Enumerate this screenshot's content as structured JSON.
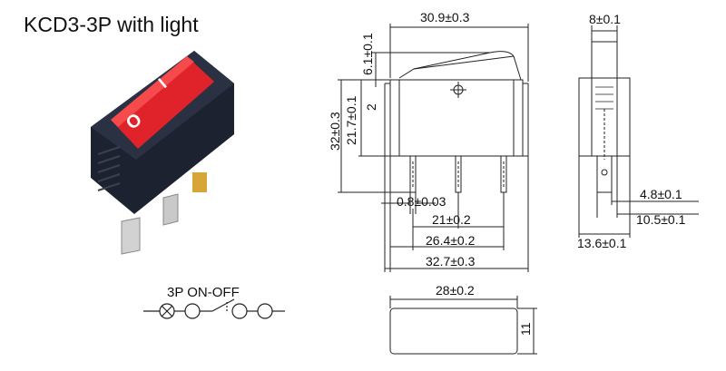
{
  "title": "KCD3-3P with light",
  "schematic": {
    "label": "3P  ON-OFF"
  },
  "switch_marks": {
    "on": "I",
    "off": "O"
  },
  "colors": {
    "rocker": "#e0232a",
    "housing": "#1c2230",
    "terminal": "#c9c9c9",
    "line": "#222222"
  },
  "front_view": {
    "width_top": "30.9±0.3",
    "rocker_height": "6.1±0.1",
    "body_height": "21.7±0.1",
    "gap": "2",
    "total_height": "32±0.3",
    "pin_width": "0.8±0.03",
    "pin_pitch_inner": "21±0.2",
    "pin_pitch_outer": "26.4±0.2",
    "width_bottom": "32.7±0.3"
  },
  "side_view": {
    "width_top": "8±0.1",
    "tab_width": "4.8±0.1",
    "depth": "10.5±0.1",
    "depth_total": "13.6±0.1"
  },
  "bottom_view": {
    "width": "28±0.2",
    "height": "11"
  }
}
